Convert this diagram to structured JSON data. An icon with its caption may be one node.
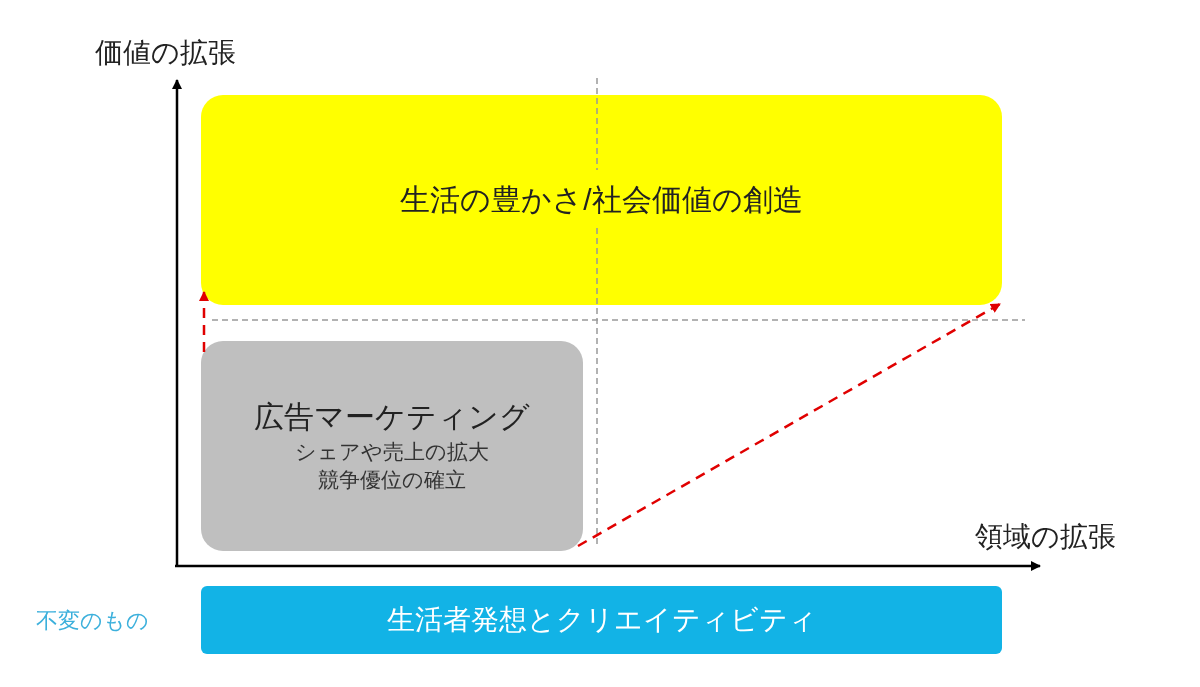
{
  "diagram": {
    "nodes": [
      {
        "text": [
          "生活の豊かさ/社会価値の創造"
        ]
      },
      {
        "text": [
          "広告マーケティング",
          "シェアや売上の拡大競争優位の確立"
        ]
      },
      {
        "text": [
          "生活者発想とクリエイティビティ"
        ],
        "beside": [
          "不変のもの"
        ]
      }
    ],
    "edges": [
      {
        "from": 1,
        "to": 0,
        "arrow": "to",
        "style": "dashed",
        "color": "#e00000"
      },
      {
        "from": 1,
        "to": 0,
        "arrow": "to",
        "style": "dashed",
        "color": "#e00000"
      }
    ],
    "labels": [
      "価値の拡張",
      "領域の拡張"
    ]
  }
}
